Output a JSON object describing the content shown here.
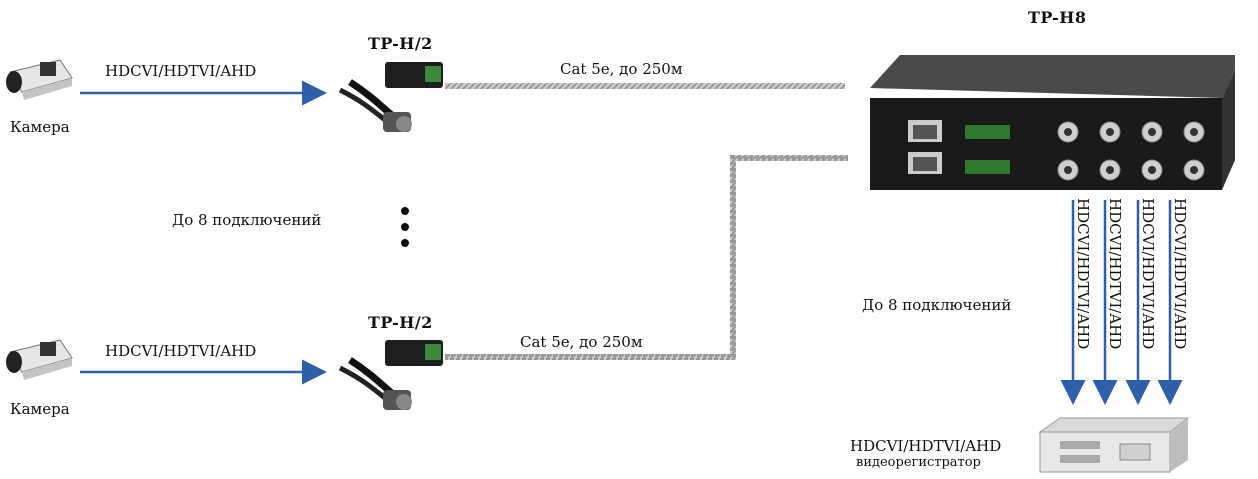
{
  "labels": {
    "signal_top": "HDCVI/HDTVI/AHD",
    "signal_bottom": "HDCVI/HDTVI/AHD",
    "camera_top": "Камера",
    "camera_bottom": "Камера",
    "tx_top": "TP-H/2",
    "tx_bottom": "TP-H/2",
    "cable_top": "Cat 5e, до 250м",
    "cable_bottom": "Cat 5e, до 250м",
    "connections_left": "До 8 подключений",
    "connections_right": "До 8 подключений",
    "hub": "TP-H8",
    "out_signals": [
      "HDCVI/HDTVI/AHD",
      "HDCVI/HDTVI/AHD",
      "HDCVI/HDTVI/AHD",
      "HDCVI/HDTVI/AHD"
    ],
    "recorder_line1": "HDCVI/HDTVI/AHD",
    "recorder_line2": "видеорегистратор"
  },
  "colors": {
    "arrow": "#2f5fa8",
    "cable": "#a9a9a9",
    "device": "#2b2b2b"
  }
}
